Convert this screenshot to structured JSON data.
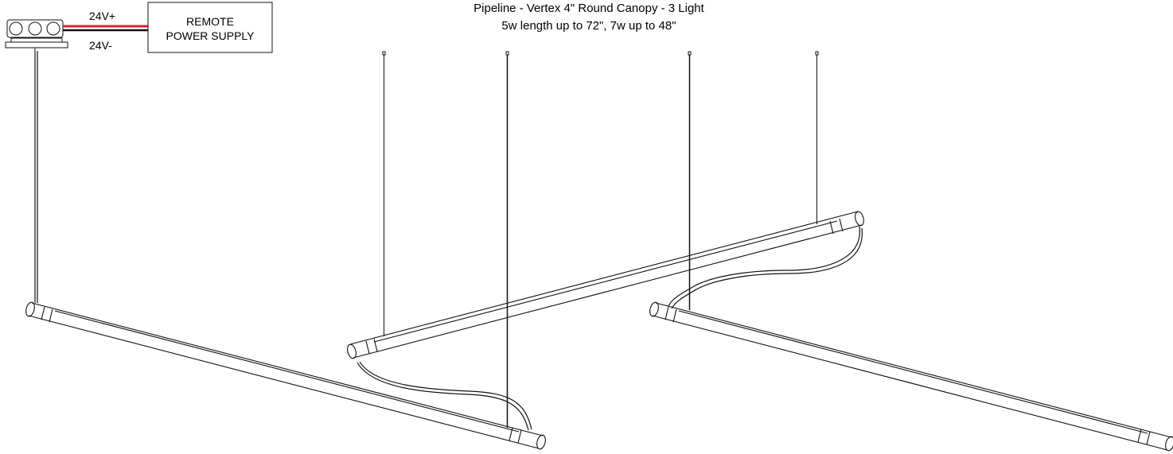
{
  "title": {
    "line1": "Pipeline - Vertex 4\" Round Canopy - 3 Light",
    "line2": "5w length up to 72\", 7w up to 48\""
  },
  "wiring": {
    "positive_label": "24V+",
    "negative_label": "24V-",
    "positive_color": "#d9232e",
    "negative_color": "#111111"
  },
  "power_supply": {
    "line1": "REMOTE",
    "line2": "POWER SUPPLY"
  },
  "icons": {
    "junction_box": "junction-box-icon",
    "ceiling_anchor": "ceiling-anchor-icon"
  }
}
